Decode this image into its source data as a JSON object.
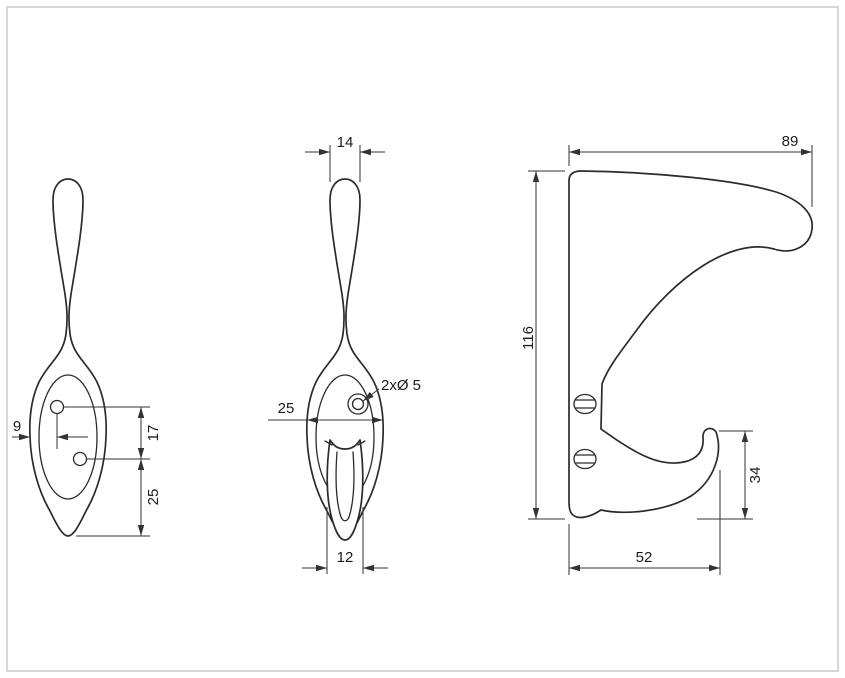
{
  "colors": {
    "bg": "#ffffff",
    "border": "#c9c9c9",
    "line": "#2b2b2b",
    "dim": "#333333",
    "text": "#1c1c1c"
  },
  "front_view": {
    "dim_hole_offset": "9",
    "dim_hole_spacing": "17",
    "dim_hole_to_tip": "25"
  },
  "width_view": {
    "dim_top_width": "14",
    "dim_hole_callout": "2xØ 5",
    "dim_plate_width": "25",
    "dim_hook_width": "12"
  },
  "side_view": {
    "dim_depth": "89",
    "dim_height": "116",
    "dim_hook_height": "34",
    "dim_bottom_depth": "52"
  }
}
